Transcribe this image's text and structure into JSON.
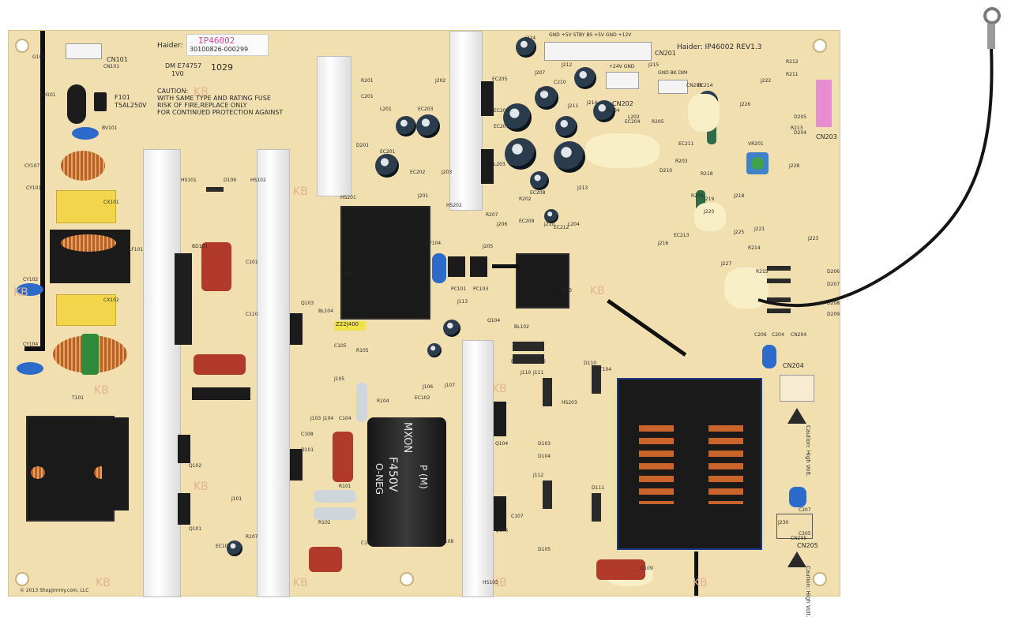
{
  "board": {
    "top_label_left": "Haider:",
    "part_tag": "IP46002",
    "serial": "30100826-000299",
    "top_label_right": "Haider: IP46002 REV1.3",
    "ul_mark": "DM E74757",
    "ul_sub": "1V0",
    "date_code": "1029",
    "caution_lines": [
      "CAUTION:",
      "WITH SAME TYPE AND RATING FUSE",
      "RISK OF FIRE,REPLACE ONLY",
      "FOR CONTINUED PROTECTION AGAINST"
    ],
    "fuse_label": "F101",
    "fuse_rating": "T5AL250V",
    "hv_warning_1": "Caution: High Volt.",
    "hv_warning_2": "Caution: High Volt.",
    "copyright": "© 2013 ShopJimmy.com, LLC",
    "cap_marking_1": "MXON",
    "cap_marking_2": "F450V",
    "cap_marking_3": "P (M)",
    "cap_marking_4": "O-NEG",
    "part_tag_small": "Z22J400",
    "connector_labels": {
      "cn201_pins": "GND  +5V STBY  BS +5V  GND  +12V",
      "cn202_pins": "+24V GND",
      "cn204_pins": "GND BK DIM",
      "cn201": "CN201",
      "cn202": "CN202",
      "cn203": "CN203",
      "cn204": "CN204",
      "cn205": "CN205",
      "cn101": "CN101"
    },
    "ref_designators": [
      "G101",
      "CN101",
      "TH101",
      "BV101",
      "CY107",
      "CY101",
      "CX101",
      "CX102",
      "CY102",
      "CY104",
      "LF101",
      "T101",
      "HS101",
      "D109",
      "HS102",
      "BD101",
      "C101",
      "C110",
      "Q103",
      "BL104",
      "C105",
      "R105",
      "Q102",
      "Q101",
      "EC101",
      "R107",
      "J101",
      "J103",
      "J104",
      "C104",
      "R101",
      "R102",
      "C103",
      "C108",
      "D101",
      "HS201",
      "R201",
      "C201",
      "L201",
      "EC203",
      "D201",
      "EC201",
      "EC202",
      "J201",
      "J202",
      "J203",
      "HS202",
      "T102",
      "CY104",
      "J205",
      "PC101",
      "PC103",
      "J113",
      "Q104",
      "T103",
      "BL102",
      "BL103",
      "D102",
      "EC102",
      "J106",
      "J107",
      "R104",
      "J105",
      "HS103",
      "Q105",
      "C107",
      "D105",
      "J108",
      "Q104",
      "D103",
      "J110",
      "J111",
      "J112",
      "D104",
      "HS203",
      "D110",
      "D111",
      "T104",
      "C109",
      "C206",
      "C204",
      "CN204",
      "J230",
      "C207",
      "C205",
      "CN205",
      "R212",
      "R211",
      "D205",
      "R213",
      "J222",
      "J226",
      "D204",
      "VR201",
      "J228",
      "D210",
      "R218",
      "R209",
      "J218",
      "J219",
      "J220",
      "EC213",
      "J216",
      "J221",
      "J225",
      "J223",
      "J227",
      "R214",
      "R215",
      "D206",
      "D207",
      "D208",
      "D209",
      "J213",
      "J215",
      "CN206",
      "EC214",
      "J224",
      "J207",
      "C210",
      "J212",
      "J211",
      "J214",
      "R204",
      "L202",
      "C202",
      "EC205",
      "EC206",
      "EC207",
      "L203",
      "EC208",
      "R202",
      "R207",
      "J206",
      "EC209",
      "J210",
      "EC212",
      "L204",
      "EC211",
      "R203",
      "R205",
      "EC204"
    ],
    "kb_marks": [
      "KB",
      "KB",
      "KB",
      "KB",
      "KB",
      "KB",
      "KB",
      "KB",
      "KB",
      "KB",
      "KB"
    ]
  }
}
